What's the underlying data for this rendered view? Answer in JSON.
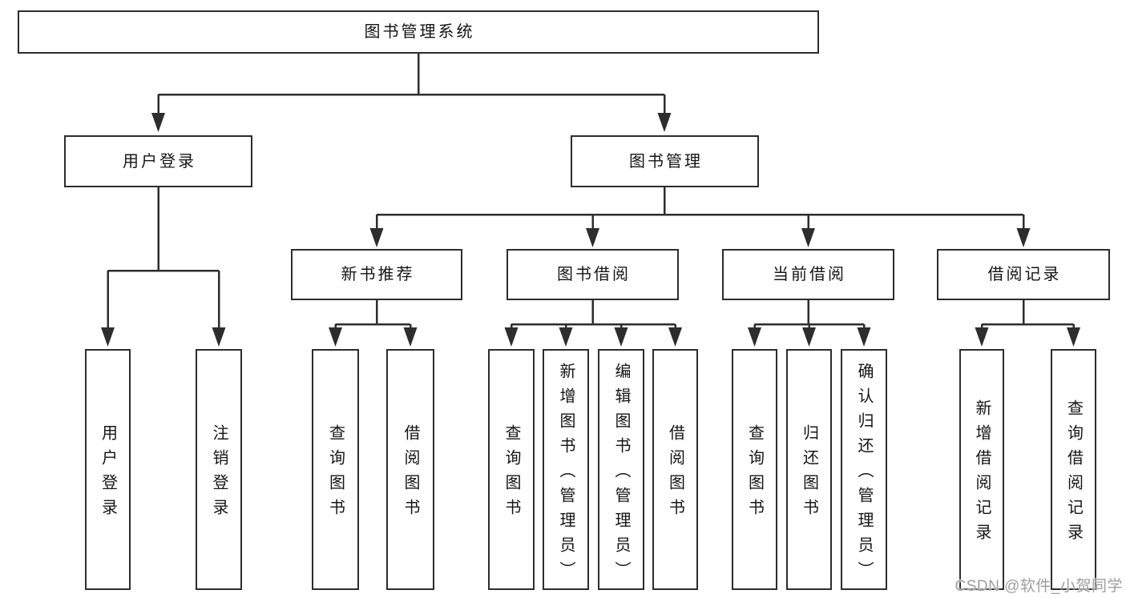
{
  "diagram_type": "hierarchy-tree",
  "watermark": "CSDN @软件_小贺同学",
  "colors": {
    "line": "#2d2d2d",
    "box_border": "#2d2d2d",
    "box_fill": "#ffffff",
    "text": "#151515",
    "watermark": "#9e9e9e",
    "background": "#ffffff"
  },
  "tree": {
    "label": "图书管理系统",
    "children": [
      {
        "label": "用户登录",
        "children": [
          {
            "label": "用户登录"
          },
          {
            "label": "注销登录"
          }
        ]
      },
      {
        "label": "图书管理",
        "children": [
          {
            "label": "新书推荐",
            "children": [
              {
                "label": "查询图书"
              },
              {
                "label": "借阅图书"
              }
            ]
          },
          {
            "label": "图书借阅",
            "children": [
              {
                "label": "查询图书"
              },
              {
                "label": "新增图书（管理员）"
              },
              {
                "label": "编辑图书（管理员）"
              },
              {
                "label": "借阅图书"
              }
            ]
          },
          {
            "label": "当前借阅",
            "children": [
              {
                "label": "查询图书"
              },
              {
                "label": "归还图书"
              },
              {
                "label": "确认归还（管理员）"
              }
            ]
          },
          {
            "label": "借阅记录",
            "children": [
              {
                "label": "新增借阅记录"
              },
              {
                "label": "查询借阅记录"
              }
            ]
          }
        ]
      }
    ]
  }
}
